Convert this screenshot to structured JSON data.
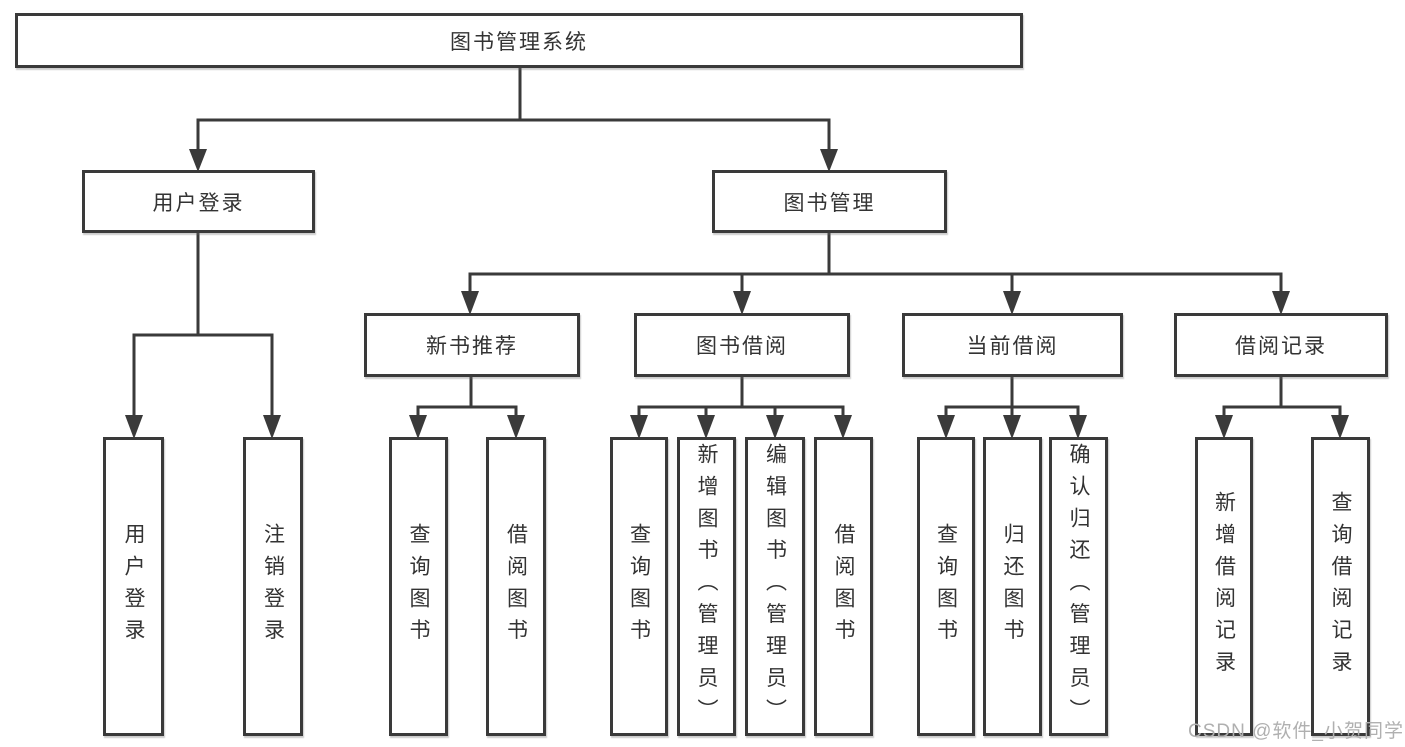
{
  "colors": {
    "line": "#3a3a3a",
    "text": "#333333",
    "background": "#ffffff",
    "watermark": "#b0b0b0"
  },
  "root": {
    "label": "图书管理系统"
  },
  "level2": {
    "user_login": {
      "label": "用户登录"
    },
    "book_management": {
      "label": "图书管理"
    }
  },
  "level3": {
    "new_books": {
      "label": "新书推荐"
    },
    "book_borrow": {
      "label": "图书借阅"
    },
    "current_borrow": {
      "label": "当前借阅"
    },
    "borrow_records": {
      "label": "借阅记录"
    }
  },
  "leaves": {
    "user_login": [
      {
        "label": "用户登录"
      },
      {
        "label": "注销登录"
      }
    ],
    "new_books": [
      {
        "label": "查询图书"
      },
      {
        "label": "借阅图书"
      }
    ],
    "book_borrow": [
      {
        "label": "查询图书"
      },
      {
        "label": "新增图书（管理员）"
      },
      {
        "label": "编辑图书（管理员）"
      },
      {
        "label": "借阅图书"
      }
    ],
    "current_borrow": [
      {
        "label": "查询图书"
      },
      {
        "label": "归还图书"
      },
      {
        "label": "确认归还（管理员）"
      }
    ],
    "borrow_records": [
      {
        "label": "新增借阅记录"
      },
      {
        "label": "查询借阅记录"
      }
    ]
  },
  "watermark": {
    "text": "CSDN @软件_小贺同学"
  }
}
